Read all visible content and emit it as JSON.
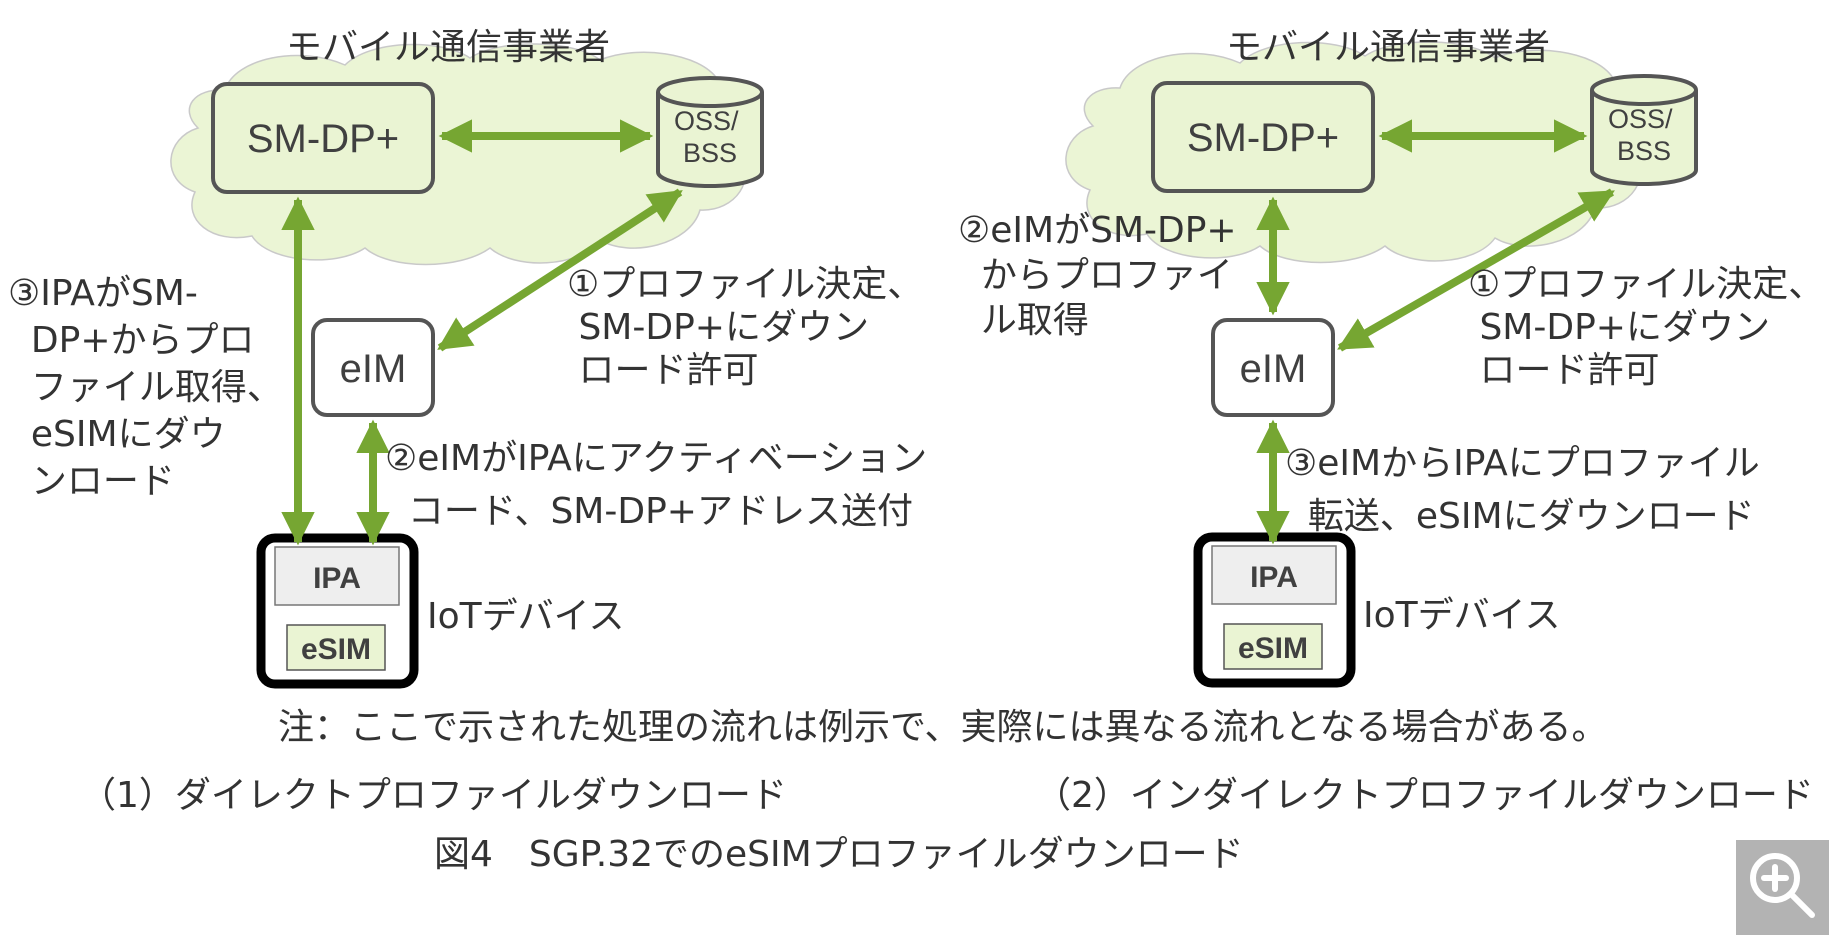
{
  "panels": [
    {
      "cloud_label": "モバイル通信事業者",
      "smdp_label": "SM-DP+",
      "oss_label": "OSS/\nBSS",
      "eim_label": "eIM",
      "ipa_label": "IPA",
      "esim_label": "eSIM",
      "device_label": "IoTデバイス",
      "step_a": "①プロファイル決定、\n SM-DP+にダウン\n ロード許可",
      "step_b": "②eIMがIPAにアクティベーション\n  コード、SM-DP+アドレス送付",
      "step_c": "③IPAがSM-\n  DP+からプロ\n  ファイル取得、\n  eSIMにダウ\n  ンロード",
      "caption": "（1）ダイレクトプロファイルダウンロード"
    },
    {
      "cloud_label": "モバイル通信事業者",
      "smdp_label": "SM-DP+",
      "oss_label": "OSS/\nBSS",
      "eim_label": "eIM",
      "ipa_label": "IPA",
      "esim_label": "eSIM",
      "device_label": "IoTデバイス",
      "step_a": "①プロファイル決定、\n SM-DP+にダウン\n ロード許可",
      "step_b": "②eIMがSM-DP+\n  からプロファイ\n  ル取得",
      "step_c": "③eIMからIPAにプロファイル\n  転送、eSIMにダウンロード",
      "caption": "（2）インダイレクトプロファイルダウンロード"
    }
  ],
  "note": "注：ここで示された処理の流れは例示で、実際には異なる流れとなる場合がある。",
  "figure_title": "図4　SGP.32でのeSIMプロファイルダウンロード",
  "colors": {
    "cloud_fill": "#ebf5d5",
    "box_fill": "#eaf4d3",
    "arrow": "#76a632",
    "box_stroke": "#555555",
    "text": "#333333"
  },
  "zoom_icon": "zoom-in-icon"
}
